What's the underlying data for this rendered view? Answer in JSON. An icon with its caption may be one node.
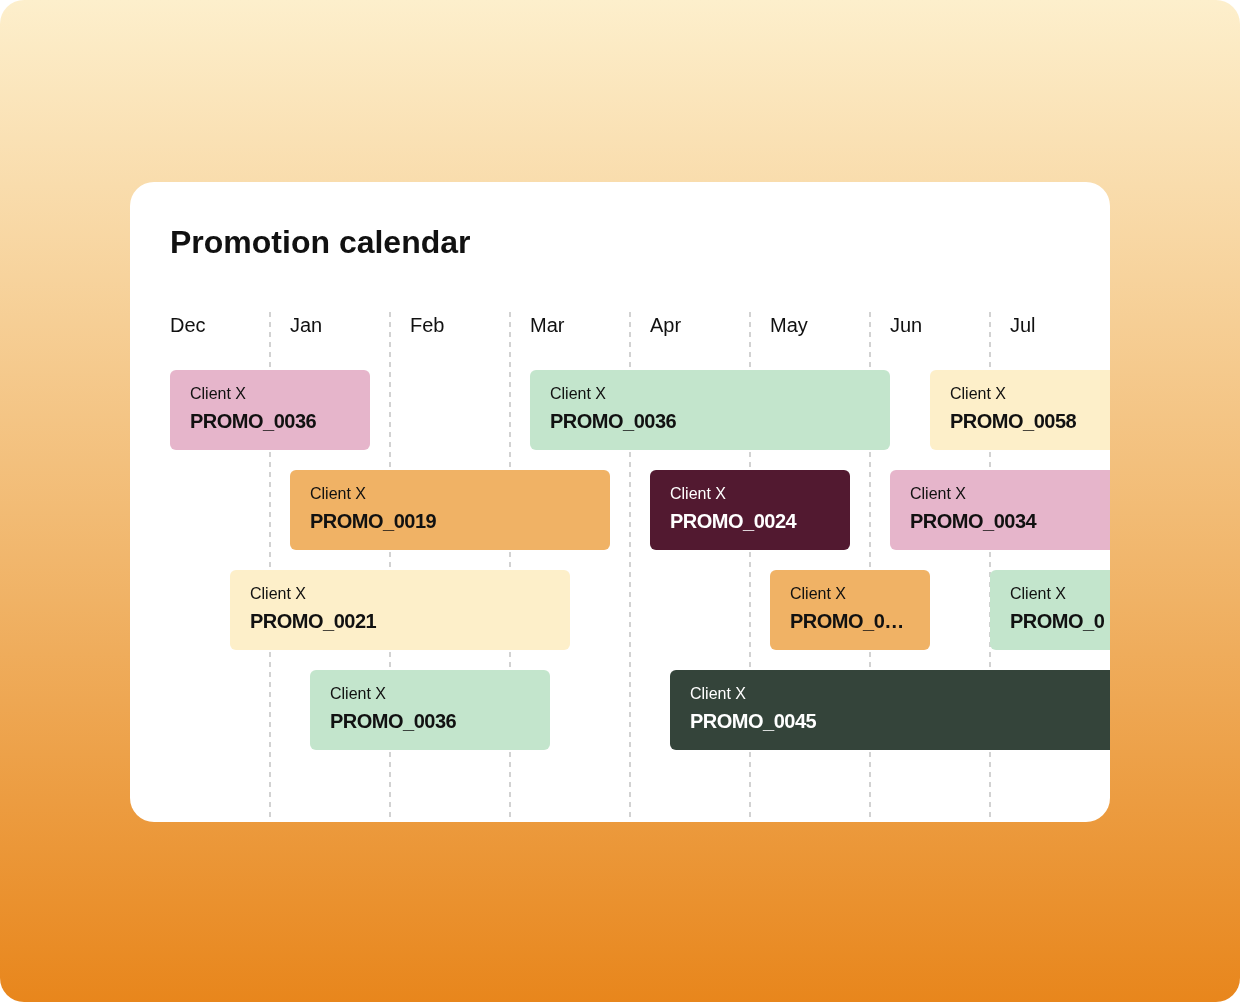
{
  "diagram": {
    "title": "Promotion calendar",
    "nodes": [
      {
        "text": [
          "Client X",
          "PROMO_0036"
        ]
      },
      {
        "text": [
          "Client X",
          "PROMO_0036"
        ]
      },
      {
        "text": [
          "Client X",
          "PROMO_0058"
        ]
      },
      {
        "text": [
          "Client X",
          "PROMO_0019"
        ]
      },
      {
        "text": [
          "Client X",
          "PROMO_0024"
        ]
      },
      {
        "text": [
          "Client X",
          "PROMO_0034"
        ]
      },
      {
        "text": [
          "Client X",
          "PROMO_0021"
        ]
      },
      {
        "text": [
          "Client X",
          "PROMO_0…"
        ]
      },
      {
        "text": [
          "Client X",
          "PROMO_0"
        ]
      },
      {
        "text": [
          "Client X",
          "PROMO_0036"
        ]
      },
      {
        "text": [
          "Client X",
          "PROMO_0045"
        ]
      }
    ],
    "labels": [
      "Dec",
      "Jan",
      "Feb",
      "Mar",
      "Apr",
      "May",
      "Jun",
      "Jul"
    ]
  }
}
